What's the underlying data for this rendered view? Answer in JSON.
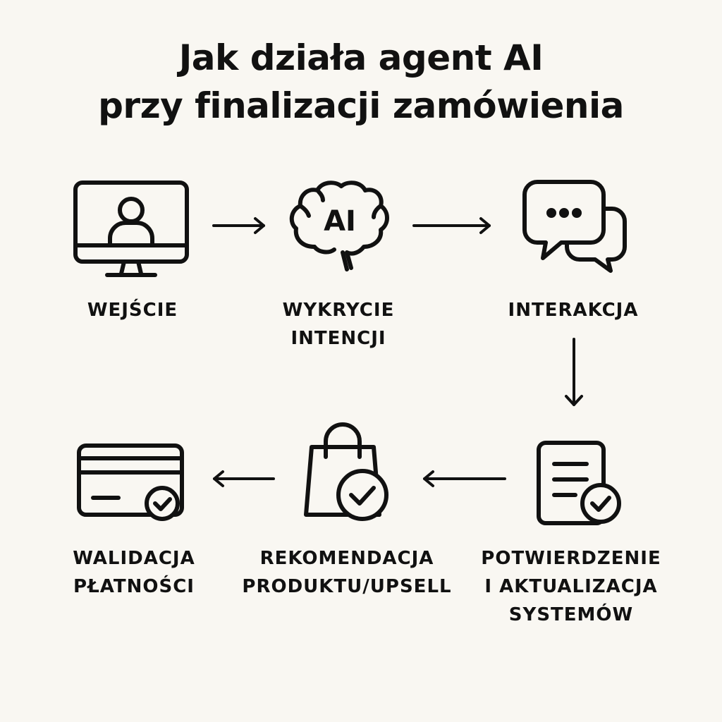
{
  "title": {
    "line1": "Jak  działa agent AI",
    "line2": "przy finalizacji zamówienia"
  },
  "steps": [
    {
      "icon": "monitor-user-icon",
      "label_lines": [
        "WEJŚCIE"
      ]
    },
    {
      "icon": "ai-brain-icon",
      "icon_text": "AI",
      "label_lines": [
        "WYKRYCIE",
        "INTENCJI"
      ]
    },
    {
      "icon": "chat-bubbles-icon",
      "label_lines": [
        "INTERAKCJA"
      ]
    },
    {
      "icon": "document-check-icon",
      "label_lines": [
        "POTWIERDZENIE",
        "I AKTUALIZACJA",
        "SYSTEMÓW"
      ]
    },
    {
      "icon": "shopping-bag-check-icon",
      "label_lines": [
        "REKOMENDACJA",
        "PRODUKTU/UPSELL"
      ]
    },
    {
      "icon": "credit-card-check-icon",
      "label_lines": [
        "WALIDACJA",
        "PŁATNOŚCI"
      ]
    }
  ],
  "colors": {
    "background": "#f9f7f2",
    "ink": "#111111"
  }
}
